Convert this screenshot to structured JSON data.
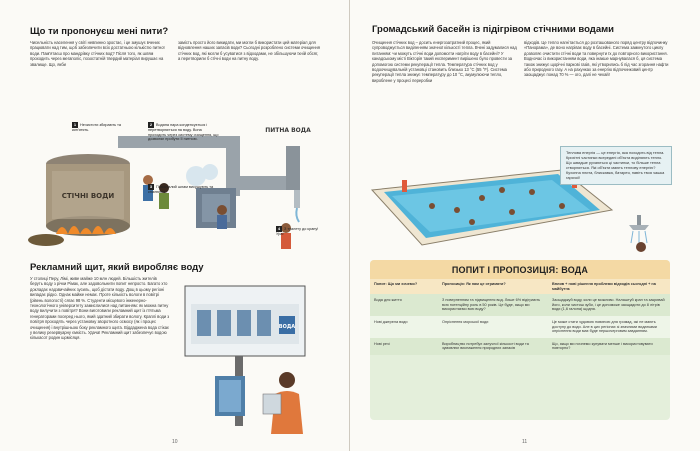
{
  "left_page": {
    "title1": "Що ти пропонуєш мені пити?",
    "col1_text": "Чисельність населення у світі невпинно зростає, і це змушує вчених працювати над тим, щоб забезпечити всіх достатньою кількістю питної води. Пам'ятаєш про мандрівку стічних вод? Після того, як шлям проходить через мегаполіс, позостатній твердий матеріал вирушає на звалище. Що, якби",
    "col2_text": "замість просто його викидати, ми могли б використати цей матеріал для відновлення наших запасів води? Сьогодні розроблено системи очищення стічних вод, які могли б усуватися з відходами, не збільшуючи їхній обсяг, а перетворили б стічні води на питну воду.",
    "labels": [
      {
        "num": "1",
        "text": "Нечистоти збирають та кип'ятять."
      },
      {
        "num": "2",
        "text": "Водяна пара конденсується і перетворюється на воду. Вона проходить через систему очищення, що дозволяє пробути її питною."
      },
      {
        "num": "3",
        "text": "Позосталий шлам висушують та спалюють."
      },
      {
        "num": "4",
        "text": "З туалету до крану! Ура!"
      }
    ],
    "tank_label": "СТІЧНІ ВОДИ",
    "pipe_label": "ПИТНА ВОДА",
    "title2": "Рекламний щит, який виробляє воду",
    "col3_text": "У столиці Перу, Лімі, живе майже 10 млн людей. Більшість жителів беруть воду з річки Рімак, але задовольнити попит непросто. Багато хто докладає надзвичайних зусиль, щоб дістати воду. Дощ в цьому регіоні випадає рідко. Однак майже немає. Проте кількість вологи в повітрі (рівень вологості) сягає 98 %. Студенти місцевого інженерно-технологічного університету замислилися над питанням: як можна питну воду вилучити з повітря? Вони виготовили рекламний щит із п'ятьма генераторами посеред нього, який здатний збирати вологу. Краплі води з повітря проходять через установку зворотного осмосу (як і процес очищення) і внутрішньою боку рекламного щита. Віддаджена вода стікає у велику резервуарну ємкість. Удача! Рекламний щит забезпечує водою кількасот родин щомісяця.",
    "billboard_label": "ВОДА",
    "page_number": "10"
  },
  "right_page": {
    "title": "Громадський басейн із підігрівом стічними водами",
    "col1_text": "Очищення стічних вод – досить енергозатратний процес, який супроводжується виділенням значної кількості тепла. Вчені задумалися над питанням: чи можуть стічні води допомогти нагріти воду в басейні? У канадському місті Вікторія такий експеримент вирішено було провести за допомогою системи рекуперації тепла. Температура стічних вод у водоочищувальній установці становить близько 13 °C (55 °F). Система рекуперації тепла знижує температуру до 10 °C, акумулюючи тепло, вироблене у процесі переробки",
    "col2_text": "відходів. Це тепло нагнітається до розташованого поряд центру відпочинку «Панорама», де воно нагріває воду в басейні. Система замкнутого циклу дозволяє очистити стічні води та повернути їх до повторного використання. Водночас із використанням води, яка інакше марнувалася б, ця система також знижує щорічні паркові газів, які утворились б під час згорання нафти або природного газу. А на рахунках за енергію відпочинковий центр заощаджує понад 70 % — ого, далі не чекай!",
    "callout_text": "Теплова енергія — це енергія, яка походить від тепла. Крихітні частинки всередині об'єкта виділяють тепло. Що швидше рухаються ці частинки, то більше тепла створюється. Які об'єкти мають теплову енергію? Кухонна плита, блискавка, батарея, навіть твоя чашка гарячої!",
    "table_title": "ПОПИТ І ПРОПОЗИЦІЯ: ВОДА",
    "table_headers": [
      "Попит: Що ми хочемо?",
      "Пропозиція: Як нам це отримати?",
      "Вплив + нові рішення проблеми відходів сьогодні + на майбутнє"
    ],
    "table_rows": [
      [
        "Вода для життя",
        "З поверненням та підвищення вод. Лише 6% відіграють всю потенційну роль в 50 років. Це буде, якщо ми використаємо всю воду?",
        "Заощаджуй воду, коли це можливо. Налаштуй кран та закривай його, коли чистиш зуби, і це допоможе заощадити до 8 літрів води (1,6 галона) щодня."
      ],
      [
        "Нові джерела води",
        "Опріснення морської води",
        "Це може стати чудовою новиною для громад, які не мають доступу до води. Але в цих регіонах зі значними видатками опріснення води має буде першочерговим завданням."
      ],
      [
        "Нові речі",
        "Виробництво потребує залучної кількості води та зумовлює виснаження природних запасів",
        "Що, якщо ми почнемо купувати менше і використовувати повторно?"
      ]
    ],
    "page_number": "11"
  }
}
